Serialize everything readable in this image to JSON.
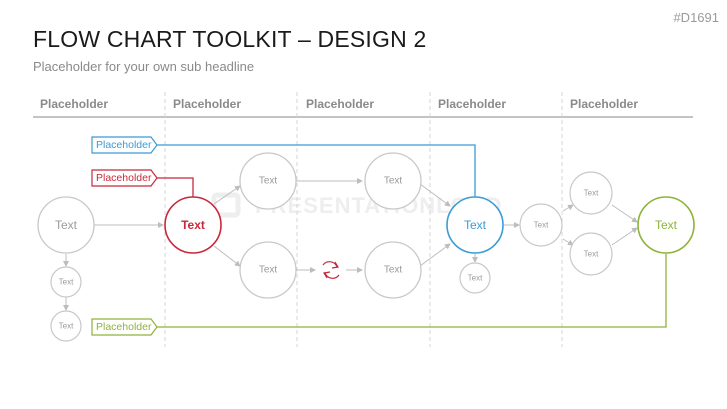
{
  "slide_id": "#D1691",
  "title": "FLOW CHART TOOLKIT – DESIGN 2",
  "subtitle": "Placeholder for your own sub headline",
  "watermark": "PRESENTATIONLOAD",
  "columns": [
    "Placeholder",
    "Placeholder",
    "Placeholder",
    "Placeholder",
    "Placeholder"
  ],
  "tags": {
    "blue": "Placeholder",
    "red": "Placeholder",
    "green": "Placeholder"
  },
  "nodes": {
    "start": "Text",
    "red_main": "Text",
    "upper_mid": "Text",
    "upper_right": "Text",
    "lower_mid": "Text",
    "lower_right": "Text",
    "blue_main": "Text",
    "blue_sub": "Text",
    "hub": "Text",
    "fan_top": "Text",
    "fan_bottom": "Text",
    "green_main": "Text",
    "left_sub_1": "Text",
    "left_sub_2": "Text"
  },
  "colors": {
    "blue": "#3a9bd5",
    "red": "#c8283c",
    "green": "#8db33a",
    "grey": "#c8c8c8"
  }
}
